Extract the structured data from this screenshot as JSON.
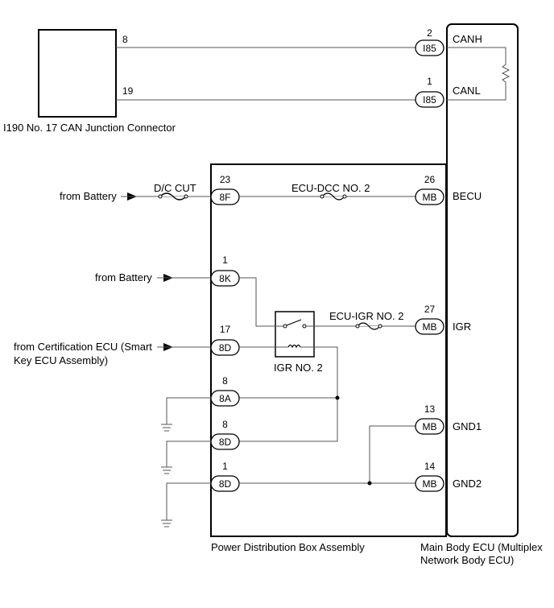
{
  "components": {
    "junction_connector": "I190 No. 17 CAN Junction Connector",
    "power_distribution_box": "Power Distribution Box Assembly",
    "main_body_ecu_line1": "Main Body ECU (Multiplex",
    "main_body_ecu_line2": "Network Body ECU)",
    "relay": "IGR NO. 2"
  },
  "signals": {
    "canh": "CANH",
    "canl": "CANL",
    "becu": "BECU",
    "igr": "IGR",
    "gnd1": "GND1",
    "gnd2": "GND2"
  },
  "fuses": {
    "dc_cut": "D/C CUT",
    "ecu_dcc2": "ECU-DCC NO. 2",
    "ecu_igr2": "ECU-IGR NO. 2"
  },
  "sources": {
    "battery1": "from Battery",
    "battery2": "from Battery",
    "cert_line1": "from Certification ECU (Smart",
    "cert_line2": "Key ECU Assembly)"
  },
  "connectors": {
    "i85_canh": {
      "code": "I85",
      "pin": "2"
    },
    "i85_canl": {
      "code": "I85",
      "pin": "1"
    },
    "jc_canh_pin": "8",
    "jc_canl_pin": "19",
    "c8f": {
      "code": "8F",
      "pin": "23"
    },
    "mb_becu": {
      "code": "MB",
      "pin": "26"
    },
    "c8k": {
      "code": "8K",
      "pin": "1"
    },
    "mb_igr": {
      "code": "MB",
      "pin": "27"
    },
    "c8d_cert": {
      "code": "8D",
      "pin": "17"
    },
    "c8a": {
      "code": "8A",
      "pin": "8"
    },
    "c8d_gnd1": {
      "code": "8D",
      "pin": "8"
    },
    "c8d_gnd2": {
      "code": "8D",
      "pin": "1"
    },
    "mb_gnd1": {
      "code": "MB",
      "pin": "13"
    },
    "mb_gnd2": {
      "code": "MB",
      "pin": "14"
    }
  }
}
